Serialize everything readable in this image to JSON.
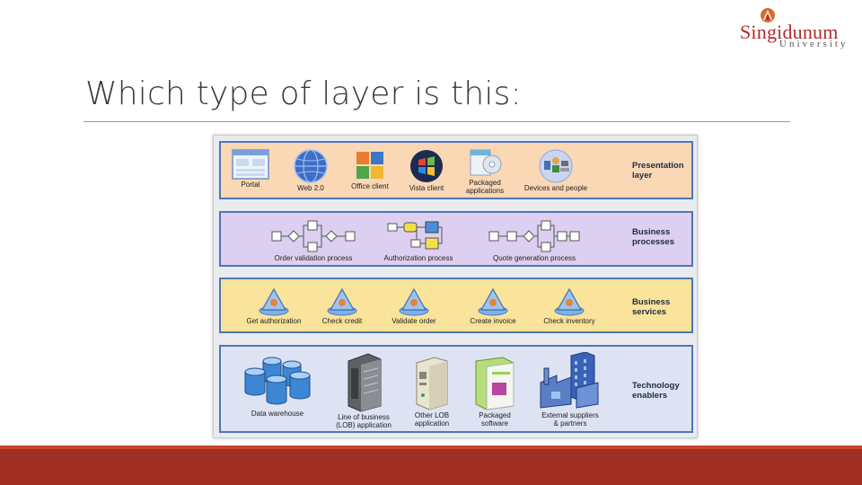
{
  "logo": {
    "name": "Singidunum",
    "subtitle": "University"
  },
  "slide": {
    "title": "Which type of layer is this:"
  },
  "layers": [
    {
      "label": "Presentation\nlayer",
      "color": "#fad7b5",
      "items": [
        {
          "icon": "portal-icon",
          "label": "Portal"
        },
        {
          "icon": "globe-icon",
          "label": "Web 2.0"
        },
        {
          "icon": "office-icon",
          "label": "Office client"
        },
        {
          "icon": "windows-icon",
          "label": "Vista client"
        },
        {
          "icon": "package-cd-icon",
          "label": "Packaged\napplications"
        },
        {
          "icon": "devices-people-icon",
          "label": "Devices and people"
        }
      ]
    },
    {
      "label": "Business\nprocesses",
      "color": "#dccff0",
      "items": [
        {
          "icon": "flowchart-icon",
          "label": "Order validation process"
        },
        {
          "icon": "flowchart-color-icon",
          "label": "Authorization process"
        },
        {
          "icon": "flowchart-icon",
          "label": "Quote generation process"
        }
      ]
    },
    {
      "label": "Business\nservices",
      "color": "#fae39a",
      "items": [
        {
          "icon": "service-triangle-icon",
          "label": "Get authorization"
        },
        {
          "icon": "service-triangle-icon",
          "label": "Check credit"
        },
        {
          "icon": "service-triangle-icon",
          "label": "Validate order"
        },
        {
          "icon": "service-triangle-icon",
          "label": "Create invoice"
        },
        {
          "icon": "service-triangle-icon",
          "label": "Check inventory"
        }
      ]
    },
    {
      "label": "Technology\nenablers",
      "color": "#dde3f3",
      "items": [
        {
          "icon": "database-cylinders-icon",
          "label": "Data warehouse"
        },
        {
          "icon": "server-dark-icon",
          "label": "Line of business\n(LOB) application"
        },
        {
          "icon": "server-light-icon",
          "label": "Other LOB\napplication"
        },
        {
          "icon": "software-box-icon",
          "label": "Packaged\nsoftware"
        },
        {
          "icon": "buildings-icon",
          "label": "External suppliers\n& partners"
        }
      ]
    }
  ]
}
